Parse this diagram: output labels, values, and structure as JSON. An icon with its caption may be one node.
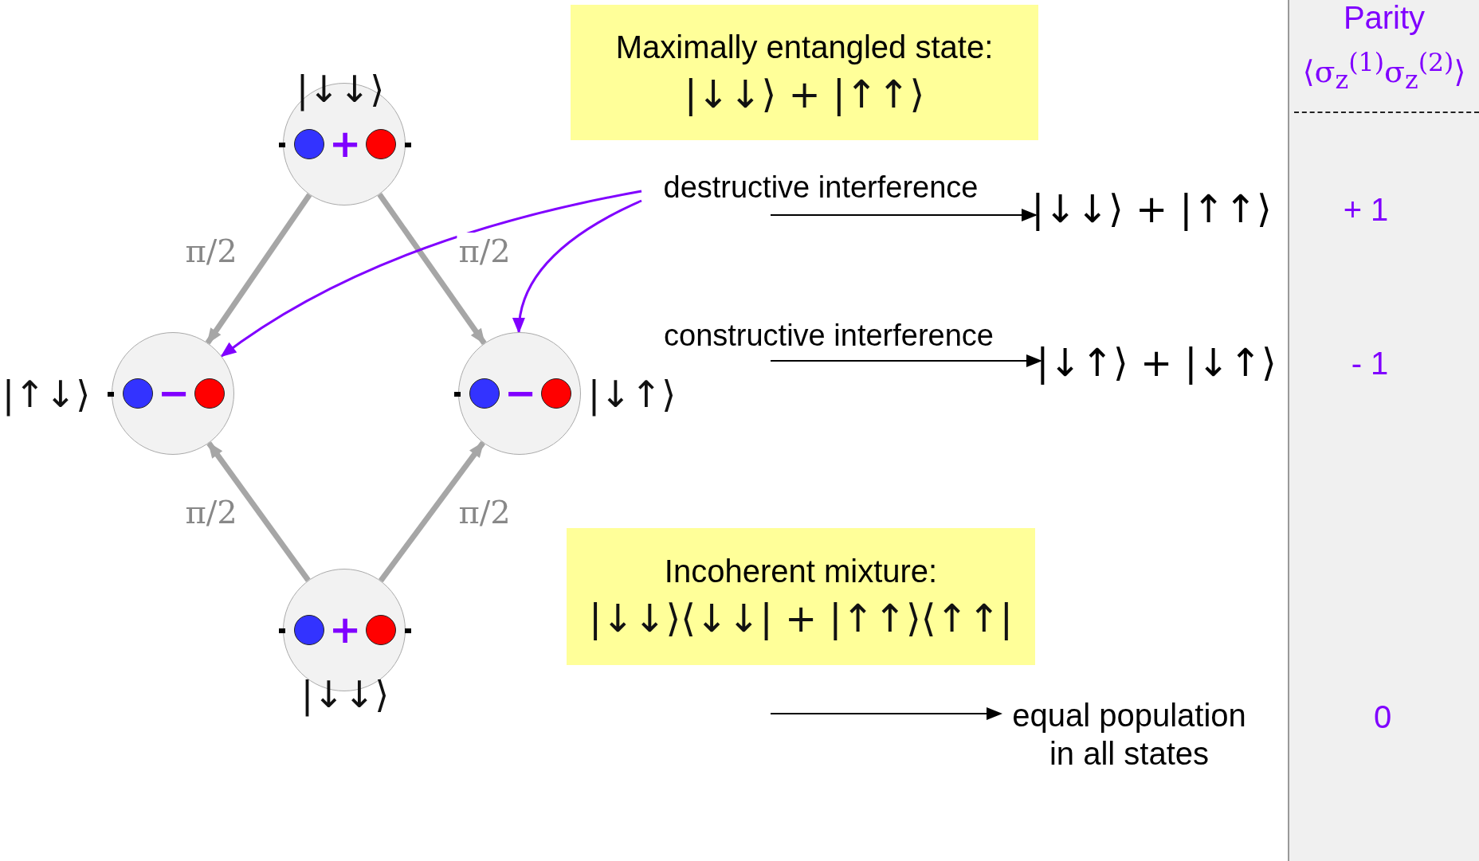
{
  "diagram": {
    "nodes": [
      {
        "text": [
          "Maximally entangled state:",
          "|↓↓⟩ + |↑↑⟩"
        ]
      },
      {
        "text": [
          "|↓↓⟩",
          "+"
        ]
      },
      {
        "text": [
          "|↑↓⟩",
          "−"
        ]
      },
      {
        "text": [
          "−",
          "|↓↑⟩"
        ]
      },
      {
        "text": [
          "+",
          "|↓↓⟩"
        ]
      },
      {
        "text": [
          "destructive interference"
        ]
      },
      {
        "text": [
          "constructive interference"
        ]
      },
      {
        "text": [
          "|↓↓⟩ + |↑↑⟩"
        ]
      },
      {
        "text": [
          "|↓↑⟩ + |↓↑⟩"
        ]
      },
      {
        "text": [
          "Incoherent mixture:",
          "|↓↓⟩⟨↓↓| + |↑↑⟩⟨↑↑|"
        ]
      },
      {
        "text": [
          "equal population in all states"
        ]
      },
      {
        "text": [
          "Parity",
          "⟨σ$_{z}$$^{(1)}$σ$_{z}$$^{(2)}$⟩"
        ]
      }
    ],
    "edges": [
      {
        "from": 1,
        "to": 2,
        "arrow": "to",
        "label": "π/2",
        "style": "thick"
      },
      {
        "from": 1,
        "to": 3,
        "arrow": "to",
        "label": "π/2",
        "style": "thick"
      },
      {
        "from": 4,
        "to": 2,
        "arrow": "to",
        "label": "π/2",
        "style": "thick"
      },
      {
        "from": 4,
        "to": 3,
        "arrow": "to",
        "label": "π/2",
        "style": "thick"
      },
      {
        "from": 5,
        "to": 2,
        "arrow": "to",
        "color": "#8000ff"
      },
      {
        "from": 5,
        "to": 3,
        "arrow": "to",
        "color": "#8000ff"
      },
      {
        "from": 5,
        "to": 7,
        "arrow": "to",
        "color": "#000000"
      },
      {
        "from": 6,
        "to": 8,
        "arrow": "to",
        "color": "#000000"
      },
      {
        "from": null,
        "to": 10,
        "arrow": "to",
        "color": "#000000"
      }
    ],
    "labels": [
      "+ 1",
      "- 1",
      "0"
    ]
  }
}
